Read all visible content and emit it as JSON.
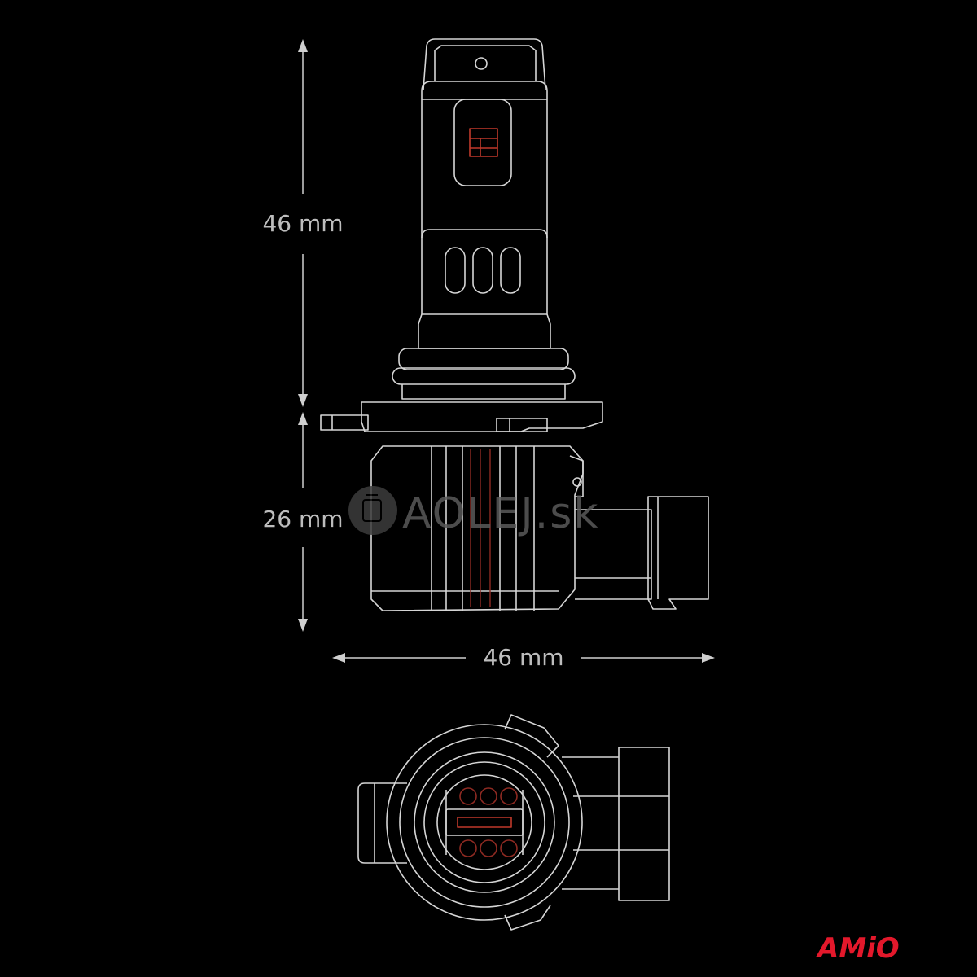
{
  "dimensions": {
    "upper_height": "46 mm",
    "lower_height": "26 mm",
    "width": "46 mm"
  },
  "watermark": {
    "text": "AOLEJ.sk"
  },
  "brand": {
    "logo_text": "AMiO",
    "color": "#e3182b"
  },
  "colors": {
    "background": "#000000",
    "outline": "#d8d8d8",
    "led_accent": "#c0392b",
    "dimension": "#bdbdbd"
  }
}
